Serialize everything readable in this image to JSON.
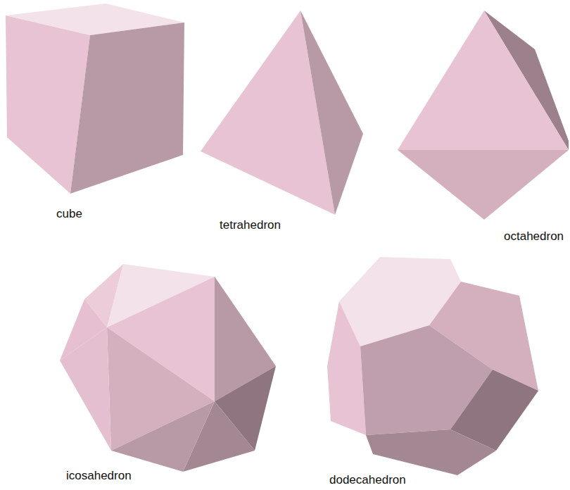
{
  "diagram": {
    "labels": [
      "cube",
      "tetrahedron",
      "octahedron",
      "icosahedron",
      "dodecahedron"
    ]
  }
}
